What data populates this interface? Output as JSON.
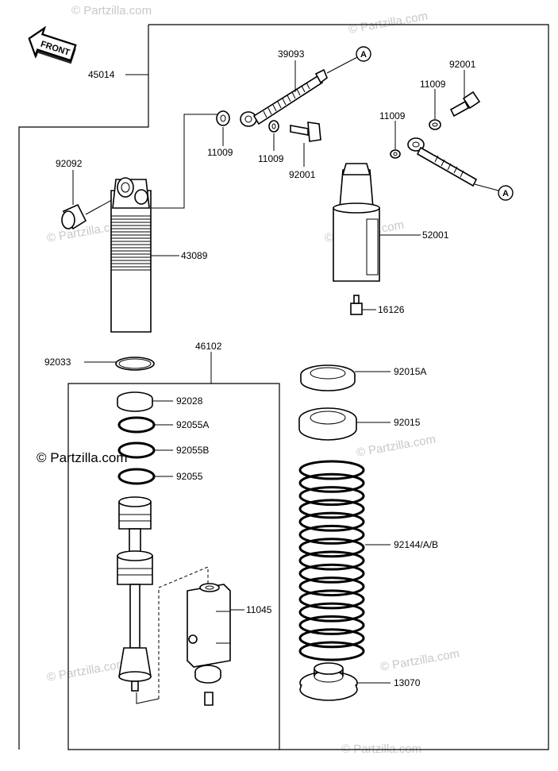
{
  "watermarks": [
    "© Partzilla.com",
    "© Partzilla.com",
    "© Partzilla.com",
    "© Partzilla.com",
    "© Partzilla.com",
    "© Partzilla.com",
    "© Partzilla.com",
    "© Partzilla.com",
    "© Partzilla.com"
  ],
  "front_label": "FRONT",
  "ref_mark": "A",
  "parts": {
    "p45014": "45014",
    "p39093": "39093",
    "p92001a": "92001",
    "p11009a": "11009",
    "p92092": "92092",
    "p11009b": "11009",
    "p11009c": "11009",
    "p92001b": "92001",
    "p11009d": "11009",
    "p43089": "43089",
    "p52001": "52001",
    "p16126": "16126",
    "p92033": "92033",
    "p46102": "46102",
    "p92015A": "92015A",
    "p92028": "92028",
    "p92055A": "92055A",
    "p92015": "92015",
    "p92055B": "92055B",
    "p92055": "92055",
    "p92144": "92144/A/B",
    "p11045": "11045",
    "p13070": "13070"
  }
}
